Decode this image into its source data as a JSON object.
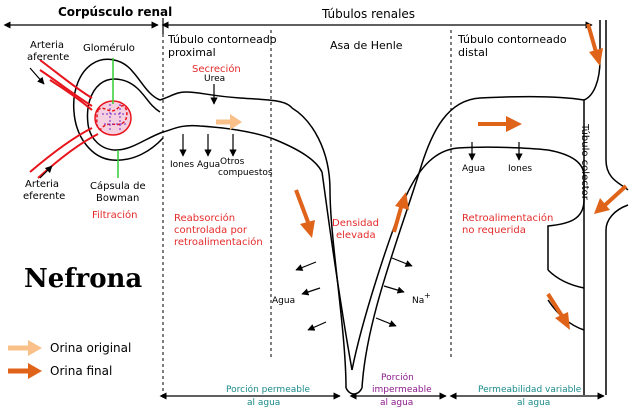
{
  "headers": {
    "corpusculo": "Corpúsculo renal",
    "tubulos": "Túbulos renales"
  },
  "sections": {
    "proximal_l1": "Túbulo contorneado",
    "proximal_l2": "proximal",
    "henle": "Asa de Henle",
    "distal_l1": "Túbulo contorneado",
    "distal_l2": "distal",
    "collector": "Túbulo colector"
  },
  "labels": {
    "arteria_aferente_l1": "Arteria",
    "arteria_aferente_l2": "aferente",
    "glomerulo": "Glomérulo",
    "arteria_eferente_l1": "Arteria",
    "arteria_eferente_l2": "eferente",
    "capsula_l1": "Cápsula de",
    "capsula_l2": "Bowman",
    "filtracion": "Filtración",
    "secrecion": "Secreción",
    "urea": "Urea",
    "iones_prox": "Iones",
    "agua_prox": "Agua",
    "otros_l1": "Otros",
    "otros_l2": "compuestos",
    "agua_distal": "Agua",
    "iones_distal": "Iones",
    "reabs_l1": "Reabsorción",
    "reabs_l2": "controlada por",
    "reabs_l3": "retroalimentación",
    "densidad_l1": "Densidad",
    "densidad_l2": "elevada",
    "retro_l1": "Retroalimentación",
    "retro_l2": "no requerida",
    "agua_henle": "Agua",
    "na": "Na",
    "na_sup": "+",
    "nefrona": "Nefrona"
  },
  "bottom": {
    "perm_l1": "Porción permeable",
    "perm_l2": "al agua",
    "imperm_l1": "Porción",
    "imperm_l2": "impermeable",
    "imperm_l3": "al agua",
    "variable_l1": "Permeabilidad variable",
    "variable_l2": "al agua"
  },
  "legend": {
    "original": "Orina original",
    "final": "Orina final"
  },
  "colors": {
    "orina_original": "#f9c08a",
    "orina_final": "#e0631a",
    "red_text": "#e52b2b",
    "teal_text": "#1b8a8a",
    "purple_text": "#8b1a8b",
    "artery": "#e8141c",
    "green": "#33cc33"
  }
}
